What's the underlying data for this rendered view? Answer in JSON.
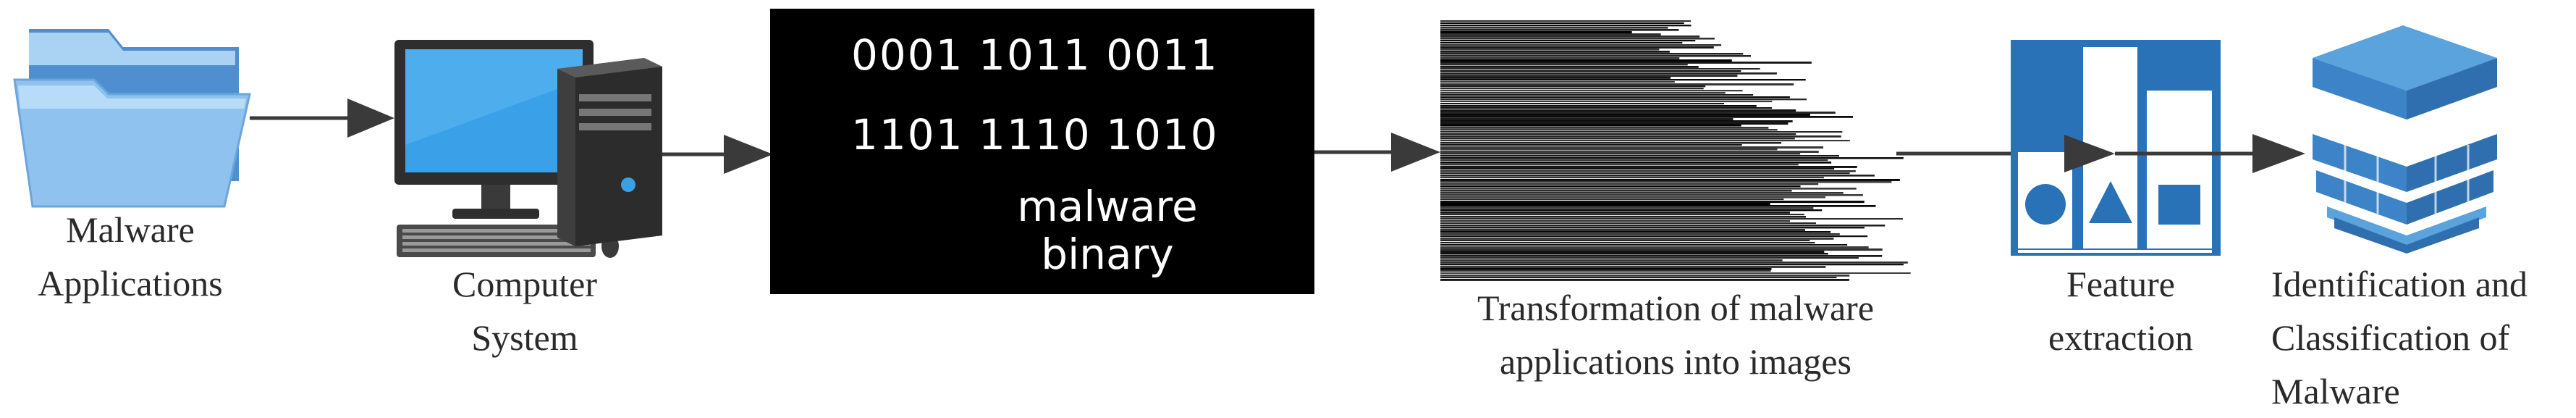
{
  "steps": [
    {
      "id": "malware-applications",
      "label_lines": [
        "Malware",
        "Applications"
      ]
    },
    {
      "id": "computer-system",
      "label_lines": [
        "Computer",
        "System"
      ]
    },
    {
      "id": "malware-binary",
      "binary_rows": [
        "0001  1011  0011",
        "1101  1110  1010"
      ],
      "caption_lines": [
        "malware",
        "binary"
      ]
    },
    {
      "id": "transformation",
      "label_lines": [
        "Transformation of malware",
        "applications into images"
      ]
    },
    {
      "id": "feature-extraction",
      "label_lines": [
        "Feature",
        "extraction"
      ]
    },
    {
      "id": "identification",
      "label_lines": [
        "Identification and",
        "Classification of",
        "Malware"
      ]
    }
  ],
  "colors": {
    "folder_back": "#4f8fd0",
    "folder_front": "#8fc2ef",
    "screen": "#3aa0e8",
    "monitor": "#3a3a3a",
    "tower": "#4a4a4a",
    "feature_blue": "#2a72b8",
    "cube_top": "#5aa3dc",
    "cube_side": "#2f6fb0",
    "arrow": "#3a3a3a"
  },
  "icons": [
    "folder-icon",
    "computer-icon",
    "binary-box",
    "malware-image",
    "feature-icon",
    "classification-cubes-icon"
  ]
}
